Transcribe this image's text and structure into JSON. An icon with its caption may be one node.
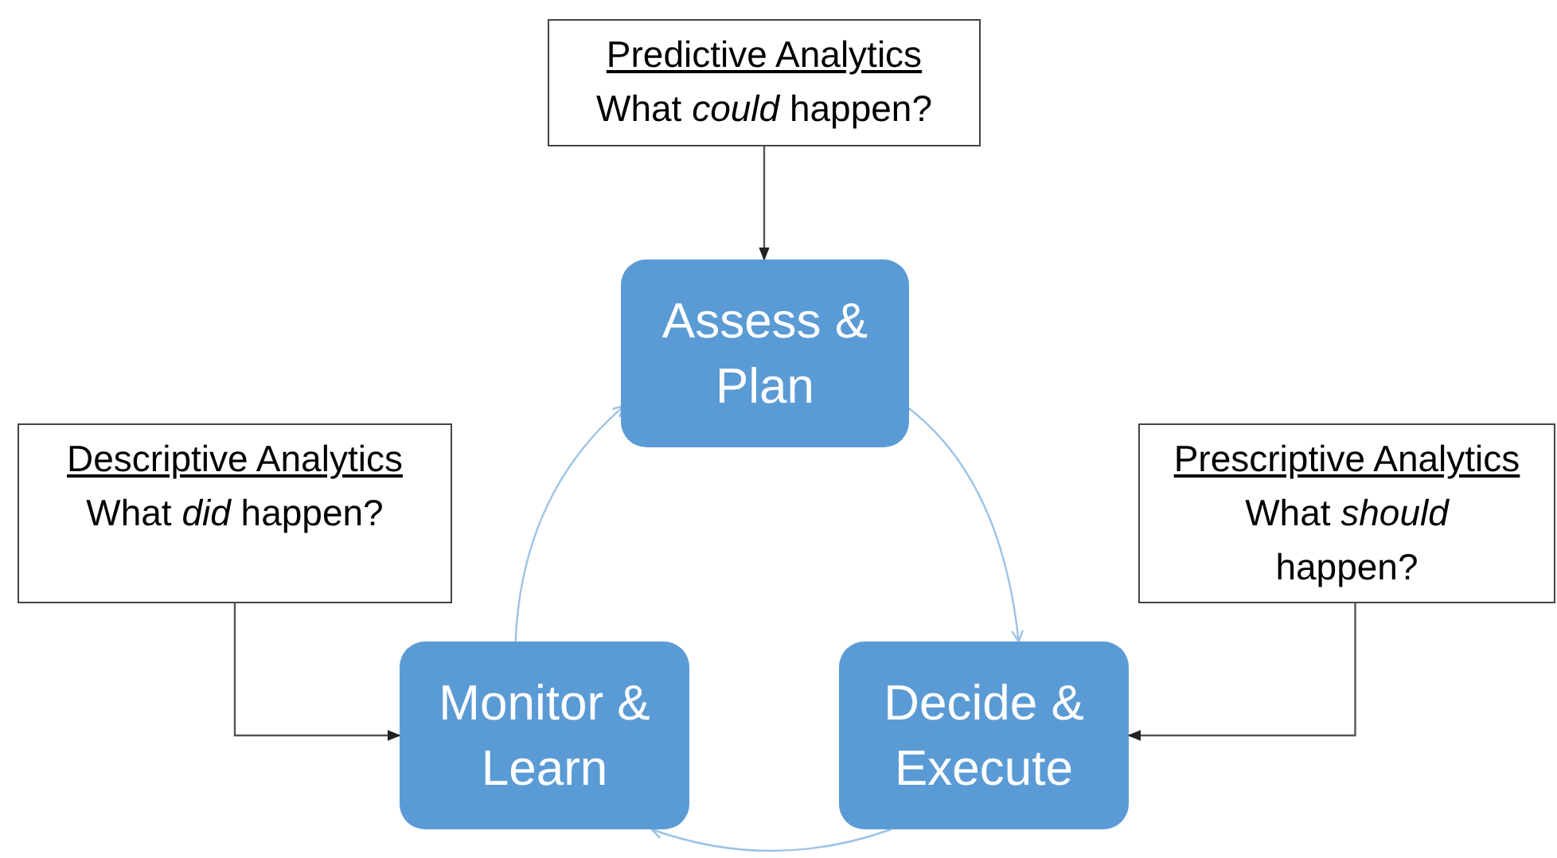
{
  "diagram": {
    "nodes": [
      {
        "text": [
          "Predictive Analytics",
          "What *could* happen?"
        ]
      },
      {
        "text": [
          "Assess & Plan"
        ]
      },
      {
        "text": [
          "Descriptive Analytics",
          "What *did* happen?"
        ]
      },
      {
        "text": [
          "Prescriptive Analytics",
          "What *should* happen?"
        ]
      },
      {
        "text": [
          "Monitor & Learn"
        ]
      },
      {
        "text": [
          "Decide & Execute"
        ]
      }
    ],
    "edges": [
      {
        "from": 0,
        "to": 1,
        "arrow": "to"
      },
      {
        "from": 2,
        "to": 4,
        "arrow": "to"
      },
      {
        "from": 3,
        "to": 5,
        "arrow": "to"
      },
      {
        "from": 4,
        "to": 1,
        "arrow": "to",
        "color": "#9dc3e6"
      },
      {
        "from": 1,
        "to": 5,
        "arrow": "to",
        "color": "#9dc3e6"
      },
      {
        "from": 5,
        "to": 4,
        "arrow": "to",
        "color": "#9dc3e6"
      }
    ]
  }
}
